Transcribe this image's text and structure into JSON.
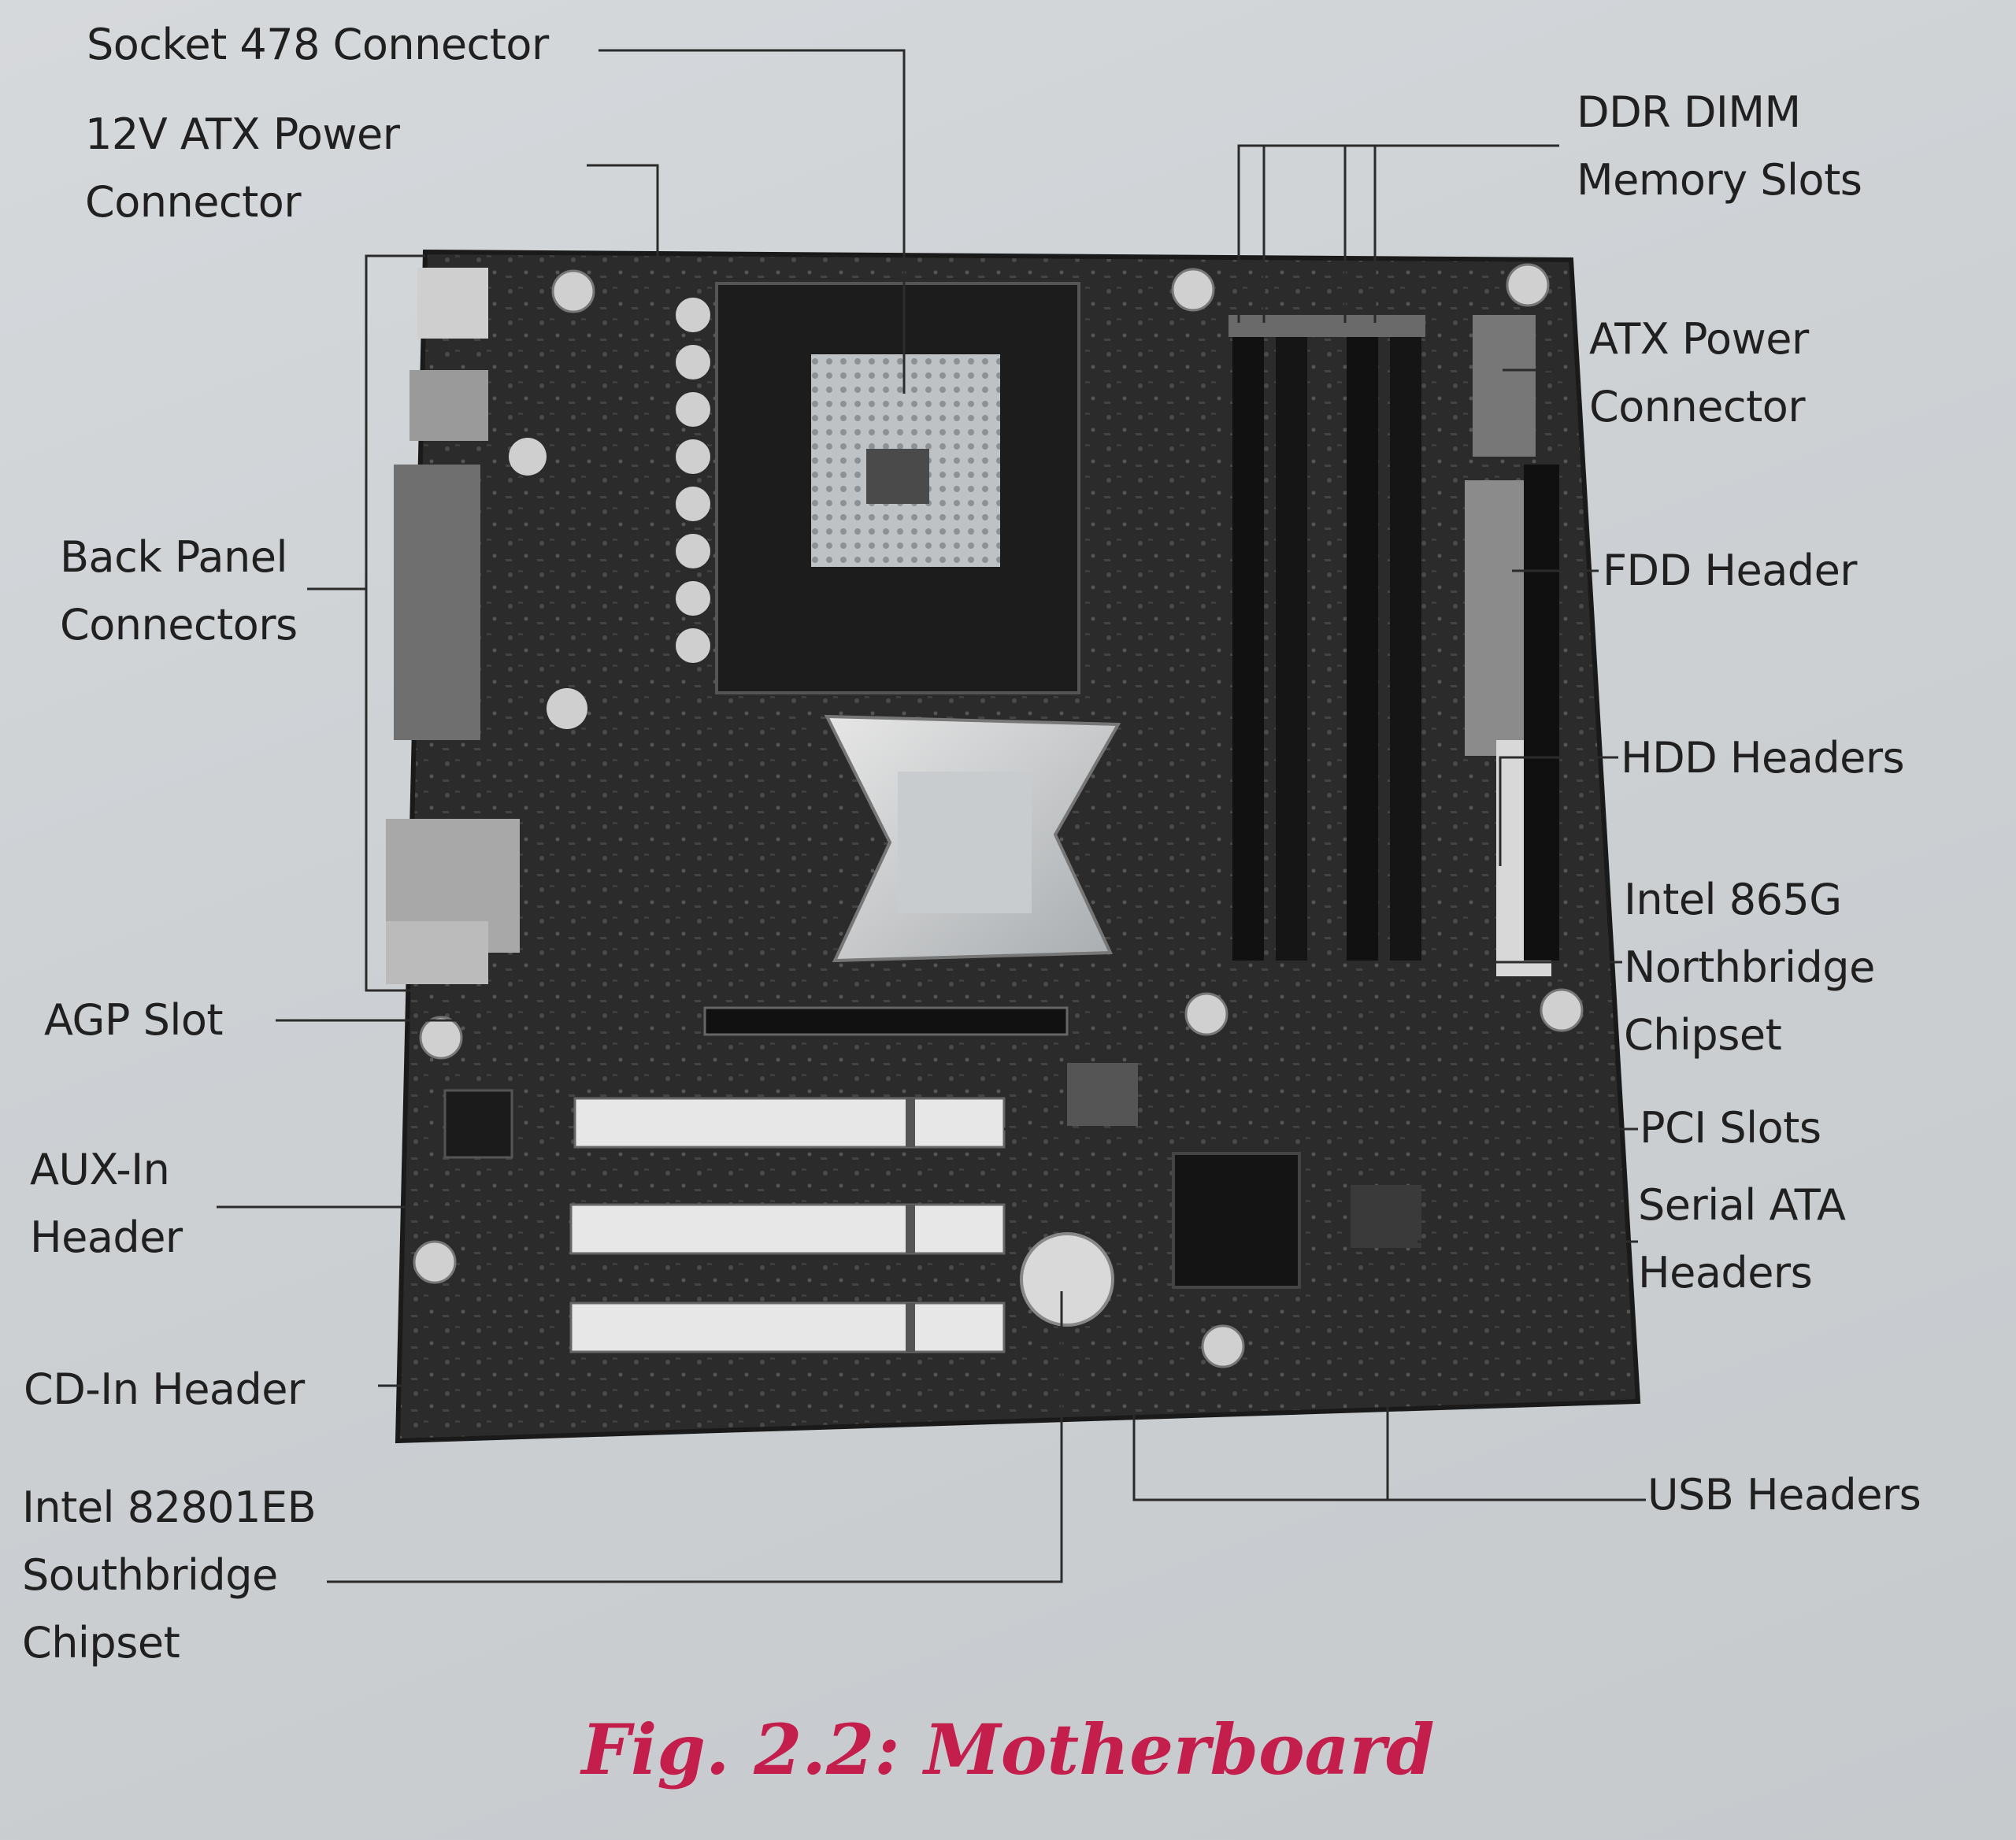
{
  "caption": "Fig. 2.2: Motherboard",
  "labels": {
    "socket": "Socket 478 Connector",
    "atx12v": [
      "12V ATX Power",
      "Connector"
    ],
    "back_panel": [
      "Back Panel",
      "Connectors"
    ],
    "agp": "AGP Slot",
    "aux_in": [
      "AUX-In",
      "Header"
    ],
    "cd_in": "CD-In Header",
    "southbridge": [
      "Intel 82801EB",
      "Southbridge",
      "Chipset"
    ],
    "ddr": [
      "DDR DIMM",
      "Memory Slots"
    ],
    "atx_power": [
      "ATX Power",
      "Connector"
    ],
    "fdd": "FDD Header",
    "hdd": "HDD Headers",
    "northbridge": [
      "Intel 865G",
      "Northbridge",
      "Chipset"
    ],
    "pci": "PCI Slots",
    "sata": [
      "Serial ATA",
      "Headers"
    ],
    "usb": "USB Headers"
  },
  "colors": {
    "caption": "#c41e4c",
    "text": "#202020",
    "board": "#2a2a2a",
    "background": "#d2d5d8"
  }
}
